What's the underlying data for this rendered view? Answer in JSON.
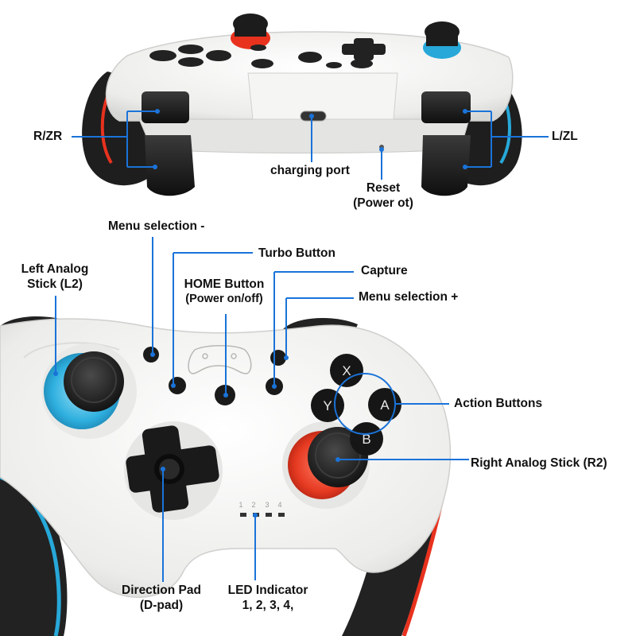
{
  "labels": {
    "r_zr": "R/ZR",
    "l_zl": "L/ZL",
    "charging_port": "charging port",
    "reset_line1": "Reset",
    "reset_line2": "(Power ot)",
    "menu_minus": "Menu selection -",
    "turbo": "Turbo Button",
    "capture": "Capture",
    "menu_plus": "Menu selection +",
    "left_stick_line1": "Left Analog",
    "left_stick_line2": "Stick (L2)",
    "home_line1": "HOME Button",
    "home_line2": "(Power on/off)",
    "action_buttons": "Action Buttons",
    "right_stick": "Right Analog Stick (R2)",
    "dpad_line1": "Direction Pad",
    "dpad_line2": "(D-pad)",
    "led_line1": "LED Indicator",
    "led_line2": "1, 2, 3, 4,"
  },
  "face_buttons": {
    "x": "X",
    "y": "Y",
    "a": "A",
    "b": "B"
  },
  "led_numbers": [
    "1",
    "2",
    "3",
    "4"
  ],
  "colors": {
    "callout": "#1a73d9",
    "body": "#f3f3f1",
    "grip": "#1c1c1c",
    "accent_blue": "#27a8d8",
    "accent_red": "#e8321e"
  }
}
